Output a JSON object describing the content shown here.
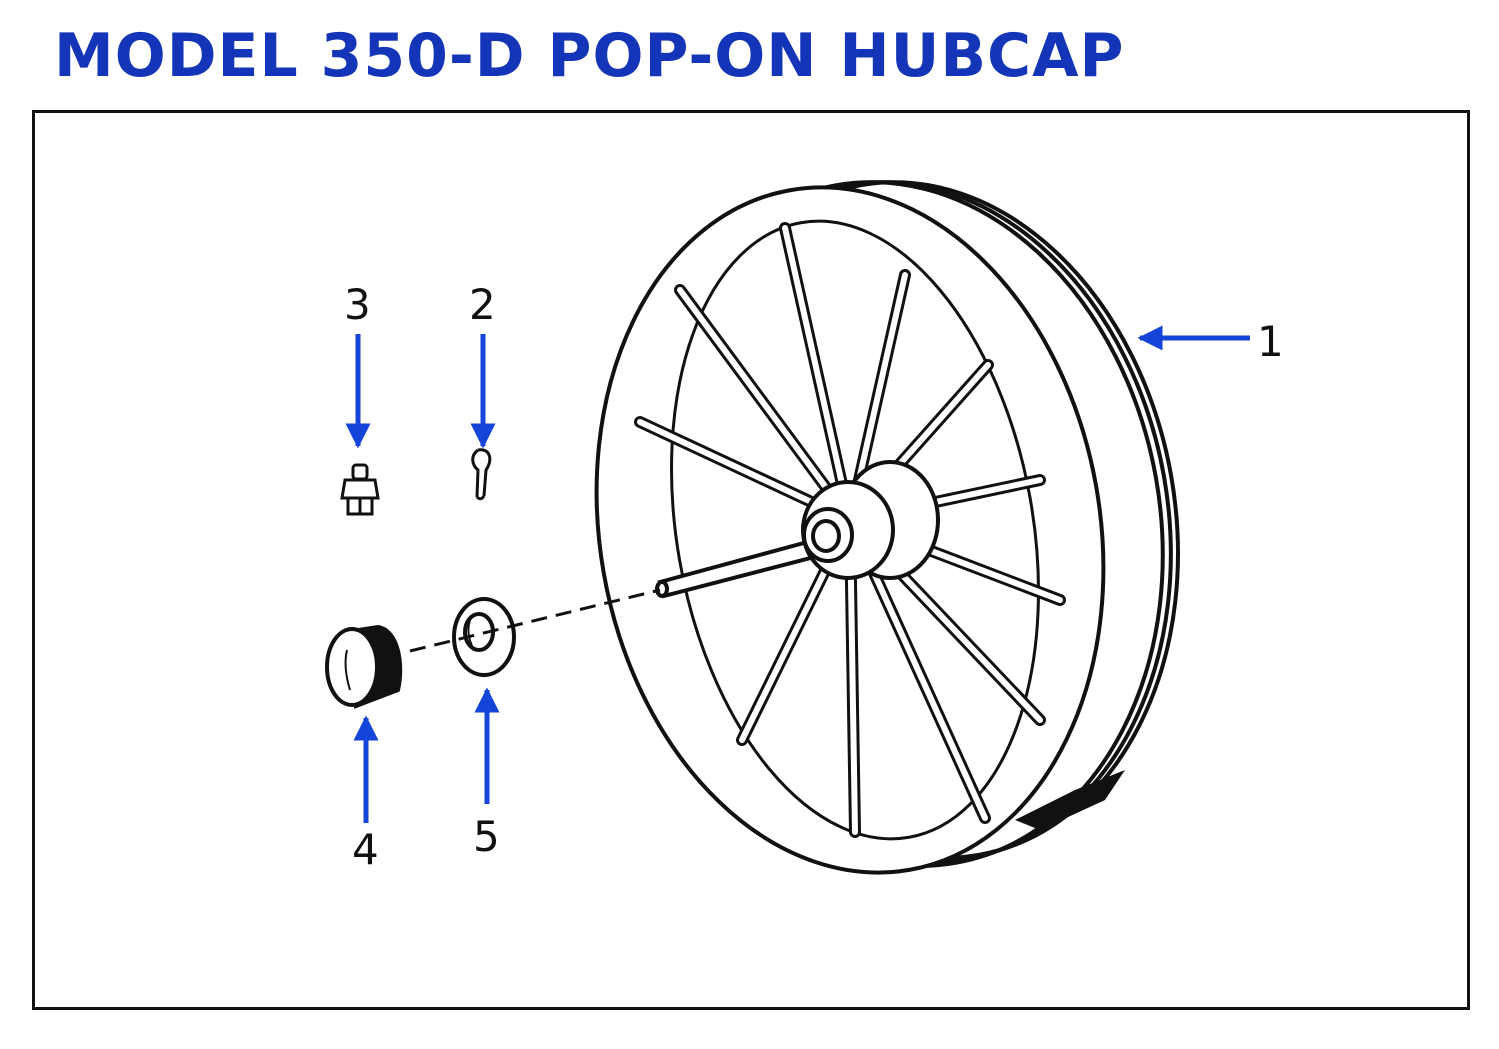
{
  "title": "MODEL 350-D POP-ON HUBCAP",
  "colors": {
    "title": "#1535b8",
    "arrow": "#1545d8",
    "line": "#111111",
    "background": "#ffffff"
  },
  "parts": [
    {
      "number": "1",
      "part": "wheel"
    },
    {
      "number": "2",
      "part": "cotter-pin"
    },
    {
      "number": "3",
      "part": "grease-fitting"
    },
    {
      "number": "4",
      "part": "hubcap"
    },
    {
      "number": "5",
      "part": "washer"
    }
  ]
}
